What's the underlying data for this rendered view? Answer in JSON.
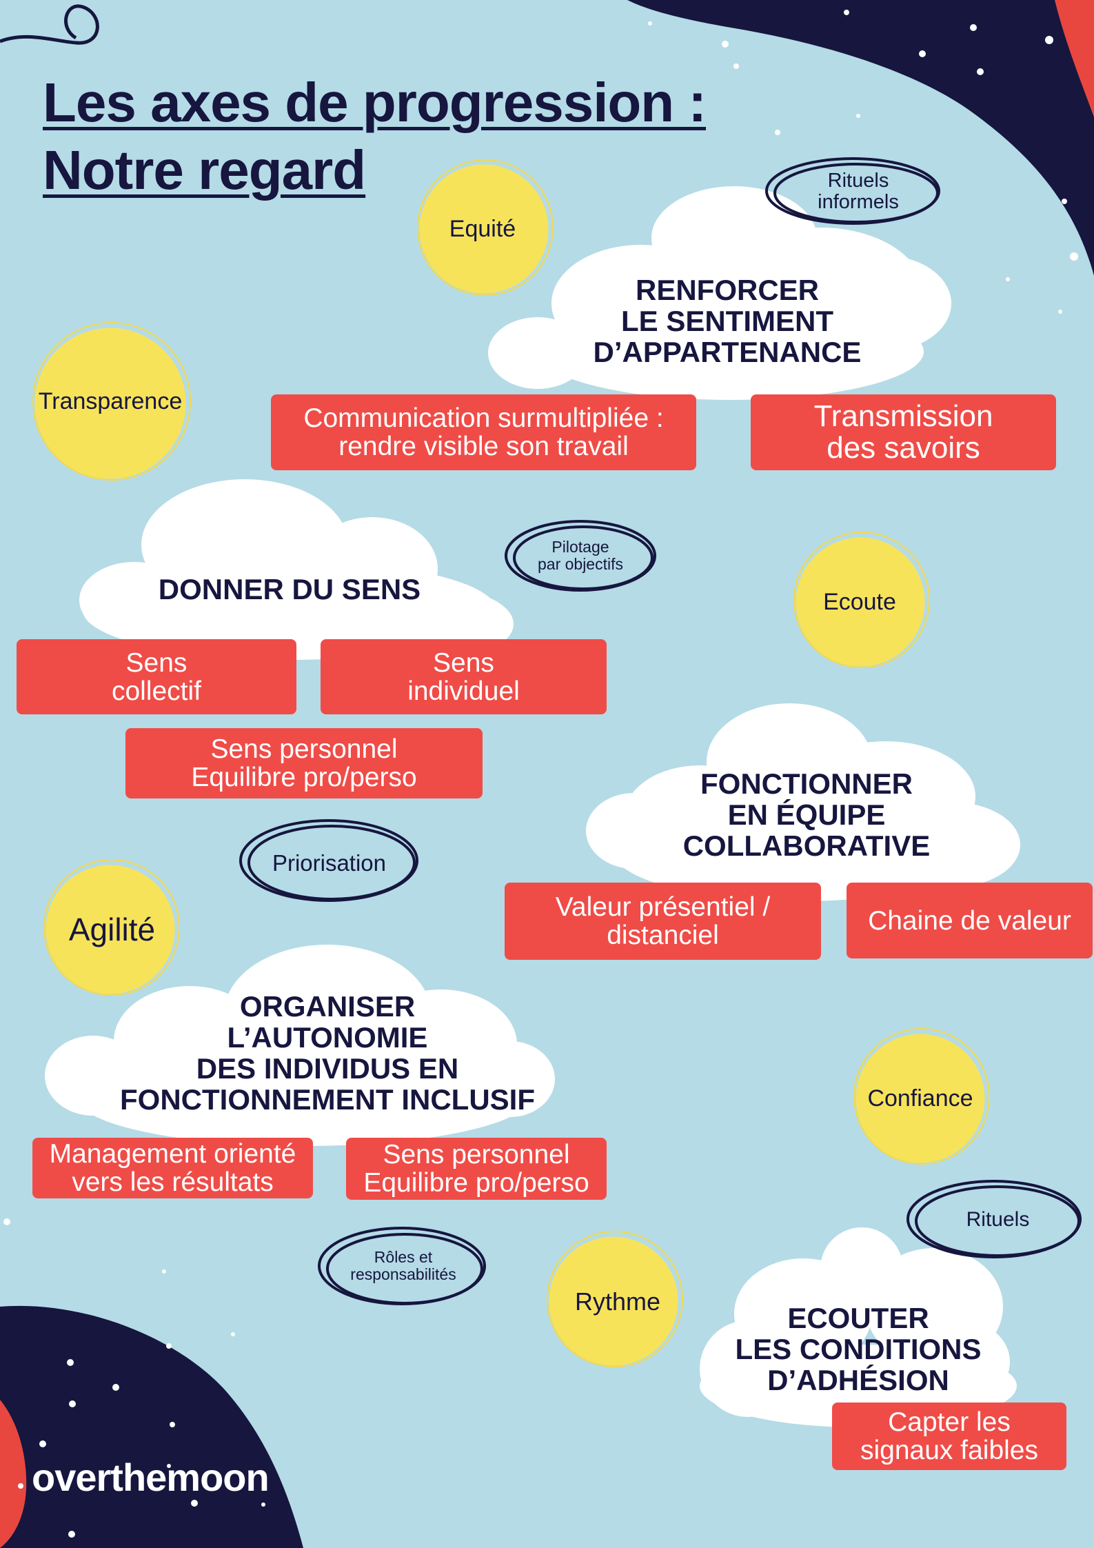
{
  "title": {
    "line1": "Les axes de progression :",
    "line2": "Notre regard"
  },
  "clouds": {
    "appartenance": "RENFORCER\nLE SENTIMENT\nD’APPARTENANCE",
    "sens": "DONNER DU SENS",
    "equipe": "FONCTIONNER\nEN ÉQUIPE\nCOLLABORATIVE",
    "autonomie": "ORGANISER\nL’AUTONOMIE\nDES INDIVIDUS EN\nFONCTIONNEMENT INCLUSIF",
    "adhesion": "ECOUTER\nLES CONDITIONS\nD’ADHÉSION"
  },
  "tags": {
    "communication": "Communication surmultipliée :\nrendre visible son travail",
    "transmission": "Transmission\ndes savoirs",
    "sens_collectif": "Sens\ncollectif",
    "sens_individuel": "Sens\nindividuel",
    "sens_personnel_1": "Sens personnel\nEquilibre pro/perso",
    "valeur_presentiel": "Valeur présentiel /\ndistanciel",
    "chaine_valeur": "Chaine de valeur",
    "management": "Management orienté\nvers  les résultats",
    "sens_personnel_2": "Sens personnel\nEquilibre pro/perso",
    "signaux_faibles": "Capter les\nsignaux faibles"
  },
  "suns": {
    "equite": "Equité",
    "transparence": "Transparence",
    "ecoute": "Ecoute",
    "agilite": "Agilité",
    "confiance": "Confiance",
    "rythme": "Rythme"
  },
  "rings": {
    "rituels_informels": "Rituels\ninformels",
    "pilotage": "Pilotage\npar objectifs",
    "priorisation": "Priorisation",
    "roles": "Rôles et\nresponsabilités",
    "rituels": "Rituels"
  },
  "brand": "overthemoon",
  "colors": {
    "background": "#b5dbe6",
    "navy": "#16163f",
    "tag_red": "#ef4c48",
    "sun_yellow": "#f7e35a",
    "cloud_white": "#ffffff",
    "accent_red": "#e8473f"
  }
}
